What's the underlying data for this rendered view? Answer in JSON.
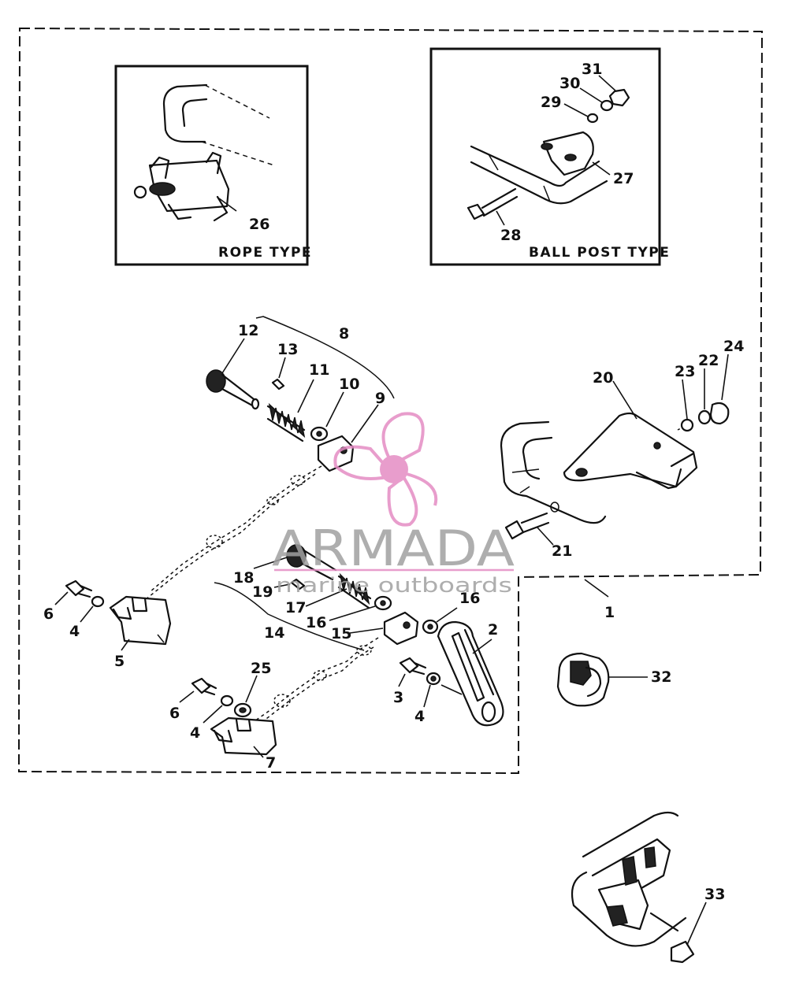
{
  "insets": {
    "rope": {
      "caption": "ROPE TYPE"
    },
    "ball_post": {
      "caption": "BALL POST TYPE"
    }
  },
  "callouts": {
    "p1": "1",
    "p2": "2",
    "p3": "3",
    "p4a": "4",
    "p4b": "4",
    "p4c": "4",
    "p5": "5",
    "p6a": "6",
    "p6b": "6",
    "p7": "7",
    "p8": "8",
    "p9": "9",
    "p10": "10",
    "p11": "11",
    "p12": "12",
    "p13": "13",
    "p14": "14",
    "p15": "15",
    "p16a": "16",
    "p16b": "16",
    "p17": "17",
    "p18": "18",
    "p19": "19",
    "p20": "20",
    "p21": "21",
    "p22": "22",
    "p23": "23",
    "p24": "24",
    "p25": "25",
    "p26": "26",
    "p27": "27",
    "p28": "28",
    "p29": "29",
    "p30": "30",
    "p31": "31",
    "p32": "32",
    "p33": "33"
  },
  "watermark": {
    "brand": "ARMADA",
    "tagline": "marine outboards",
    "color": "#e48cc4"
  }
}
